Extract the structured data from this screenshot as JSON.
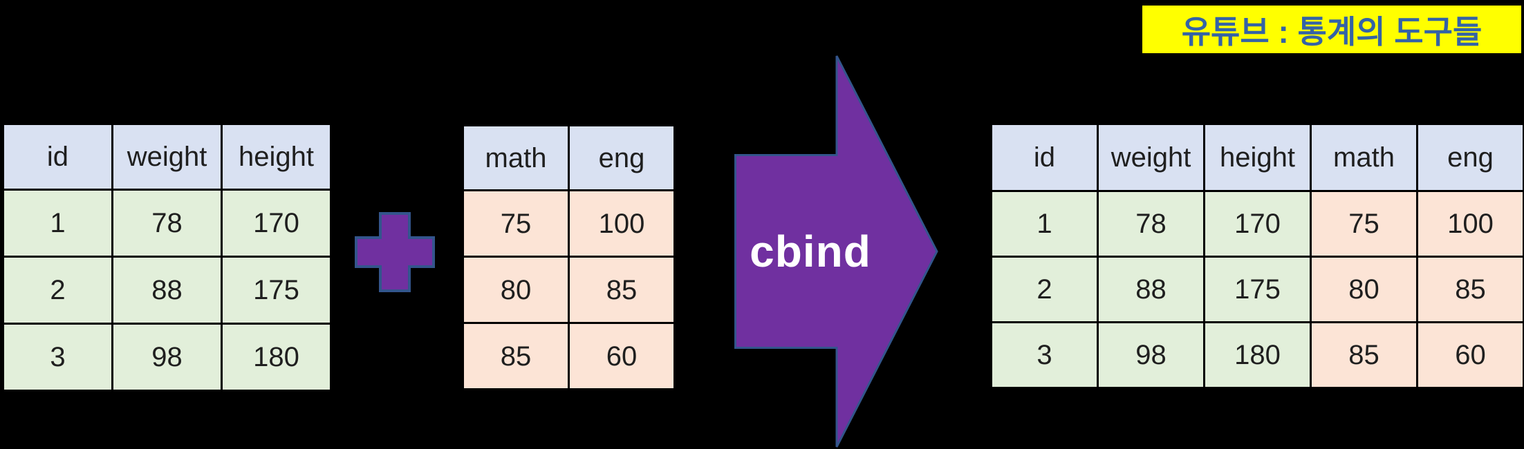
{
  "badge": {
    "label": "유튜브 : 통계의 도구들"
  },
  "arrow": {
    "label": "cbind"
  },
  "plus": {
    "symbol": "+"
  },
  "colors": {
    "background": "#000000",
    "header_cell": "#D9E1F2",
    "green_cell": "#E2EFDA",
    "peach_cell": "#FCE4D6",
    "shape_purple": "#7030A0",
    "shape_outline": "#33558C",
    "badge_bg": "#FFFF00",
    "badge_text": "#3463A6",
    "arrow_label_text": "#FFFFFF"
  },
  "left_table": {
    "headers": [
      "id",
      "weight",
      "height"
    ],
    "rows": [
      [
        "1",
        "78",
        "170"
      ],
      [
        "2",
        "88",
        "175"
      ],
      [
        "3",
        "98",
        "180"
      ]
    ]
  },
  "score_table": {
    "headers": [
      "math",
      "eng"
    ],
    "rows": [
      [
        "75",
        "100"
      ],
      [
        "80",
        "85"
      ],
      [
        "85",
        "60"
      ]
    ]
  },
  "result_table": {
    "headers": [
      "id",
      "weight",
      "height",
      "math",
      "eng"
    ],
    "rows": [
      [
        "1",
        "78",
        "170",
        "75",
        "100"
      ],
      [
        "2",
        "88",
        "175",
        "80",
        "85"
      ],
      [
        "3",
        "98",
        "180",
        "85",
        "60"
      ]
    ]
  }
}
